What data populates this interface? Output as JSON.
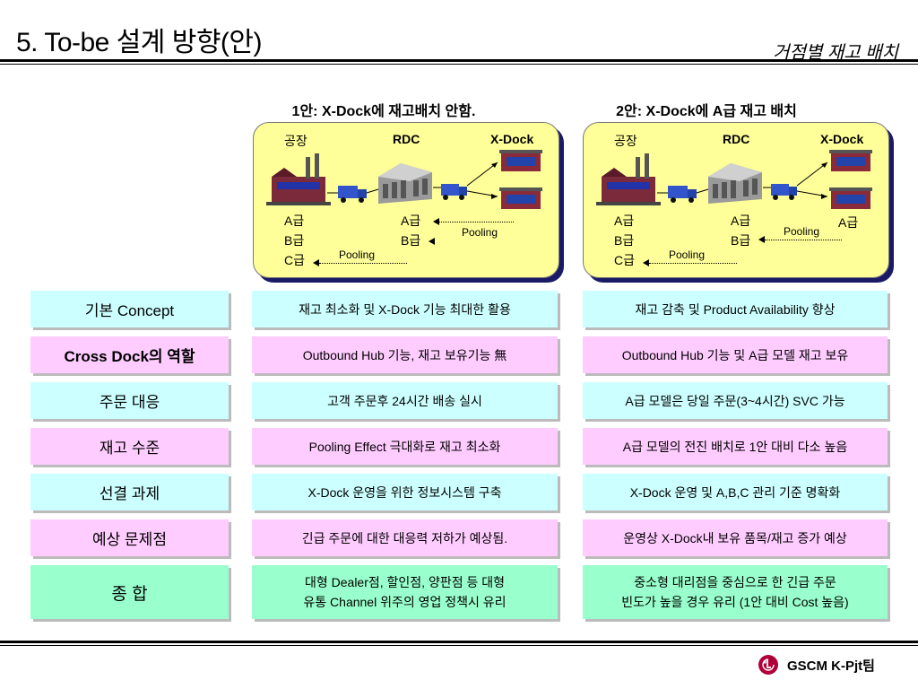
{
  "header": {
    "title": "5. To-be 설계 방향(안)",
    "subtitle": "거점별 재고 배치"
  },
  "options": [
    {
      "title": "1안: X-Dock에 재고배치 안함.",
      "nodes": [
        "공장",
        "RDC",
        "X-Dock"
      ],
      "factory_grades": [
        "A급",
        "B급",
        "C급"
      ],
      "rdc_grades": [
        "A급",
        "B급"
      ],
      "xdock_grades": [],
      "pooling_upper": "Pooling",
      "pooling_lower": "Pooling"
    },
    {
      "title": "2안: X-Dock에 A급 재고 배치",
      "nodes": [
        "공장",
        "RDC",
        "X-Dock"
      ],
      "factory_grades": [
        "A급",
        "B급",
        "C급"
      ],
      "rdc_grades": [
        "A급",
        "B급"
      ],
      "xdock_grades": [
        "A급"
      ],
      "pooling_upper": "Pooling",
      "pooling_lower": "Pooling"
    }
  ],
  "rows": [
    {
      "label": "기본 Concept",
      "opt1": "재고 최소화 및 X-Dock 기능 최대한 활용",
      "opt2": "재고 감축 및 Product Availability 향상"
    },
    {
      "label": "Cross Dock의 역할",
      "opt1": "Outbound Hub 기능, 재고 보유기능 無",
      "opt2": "Outbound Hub 기능 및 A급 모델 재고 보유"
    },
    {
      "label": "주문 대응",
      "opt1": "고객 주문후 24시간 배송 실시",
      "opt2": "A급 모델은 당일 주문(3~4시간) SVC 가능"
    },
    {
      "label": "재고 수준",
      "opt1": "Pooling Effect 극대화로 재고 최소화",
      "opt2": "A급 모델의 전진 배치로 1안 대비 다소 높음"
    },
    {
      "label": "선결 과제",
      "opt1": "X-Dock 운영을 위한 정보시스템 구축",
      "opt2": "X-Dock 운영 및 A,B,C 관리 기준 명확화"
    },
    {
      "label": "예상 문제점",
      "opt1": "긴급 주문에 대한 대응력 저하가 예상됨.",
      "opt2": "운영상 X-Dock내 보유 품목/재고 증가 예상"
    },
    {
      "label": "종 합",
      "opt1": [
        "대형 Dealer점, 할인점, 양판점 등 대형",
        "유통 Channel 위주의 영업 정책시 유리"
      ],
      "opt2": [
        "중소형 대리점을 중심으로 한 긴급 주문",
        "빈도가 높을 경우 유리 (1안 대비 Cost 높음)"
      ]
    }
  ],
  "footer": {
    "team": "GSCM K-Pjt팀"
  },
  "colors": {
    "panel": "#ffff99",
    "cyan": "#ccffff",
    "pink": "#ffccff",
    "green": "#99ffcc",
    "logo": "#b0003a"
  }
}
